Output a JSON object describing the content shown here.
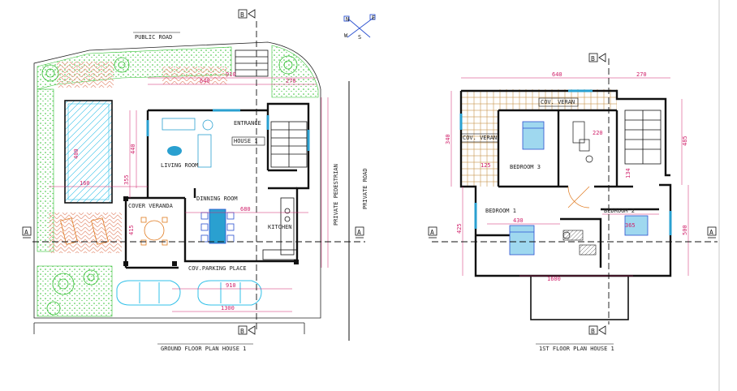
{
  "colors": {
    "wall": "#111111",
    "dimension": "#d0206a",
    "grass": "#2fbf2f",
    "paving": "#e8a08a",
    "pool": "#30c0e8",
    "furniture": "#2aa0d0",
    "veranda_furniture": "#e07a1f",
    "wood": "#c8944a"
  },
  "ground_floor": {
    "road_top": "PUBLIC ROAD",
    "road_right": "PRIVATE PEDESTRIAN",
    "road_far_right": "PRIVATE ROAD",
    "caption": "GROUND FLOOR PLAN HOUSE 1",
    "rooms": {
      "entrance": "ENTRANCE",
      "house": "HOUSE 1",
      "living": "LIVING ROOM",
      "dining": "DINNING ROOM",
      "kitchen": "KITCHEN",
      "veranda": "COVER VERANDA",
      "parking": "COV.PARKING PLACE"
    },
    "dims": {
      "top_a": "640",
      "top_b": "270",
      "top_c": "910",
      "pool_w": "160",
      "pool_h": "400",
      "left_a": "440",
      "left_b": "355",
      "left_c": "415",
      "dining": "680",
      "bottom_a": "910",
      "bottom_b": "1300"
    }
  },
  "first_floor": {
    "caption": "1ST FLOOR PLAN HOUSE 1",
    "rooms": {
      "cov_veranda_top": "COV. VERAN",
      "cov_veranda_left": "COV. VERAN",
      "bedroom3": "BEDROOM 3",
      "bedroom1": "BEDROOM 1",
      "bedroom2": "BEDROOM 2"
    },
    "dims": {
      "top_a": "640",
      "top_b": "270",
      "left_a": "340",
      "left_b": "425",
      "right_a": "485",
      "right_b": "500",
      "bed1": "430",
      "bed2": "365",
      "small_a": "125",
      "small_b": "220",
      "small_c": "134",
      "bottom": "1600"
    }
  },
  "section_marks": {
    "a": "A",
    "b": "B"
  },
  "compass": {
    "n": "N",
    "e": "E",
    "s": "S",
    "w": "W"
  }
}
